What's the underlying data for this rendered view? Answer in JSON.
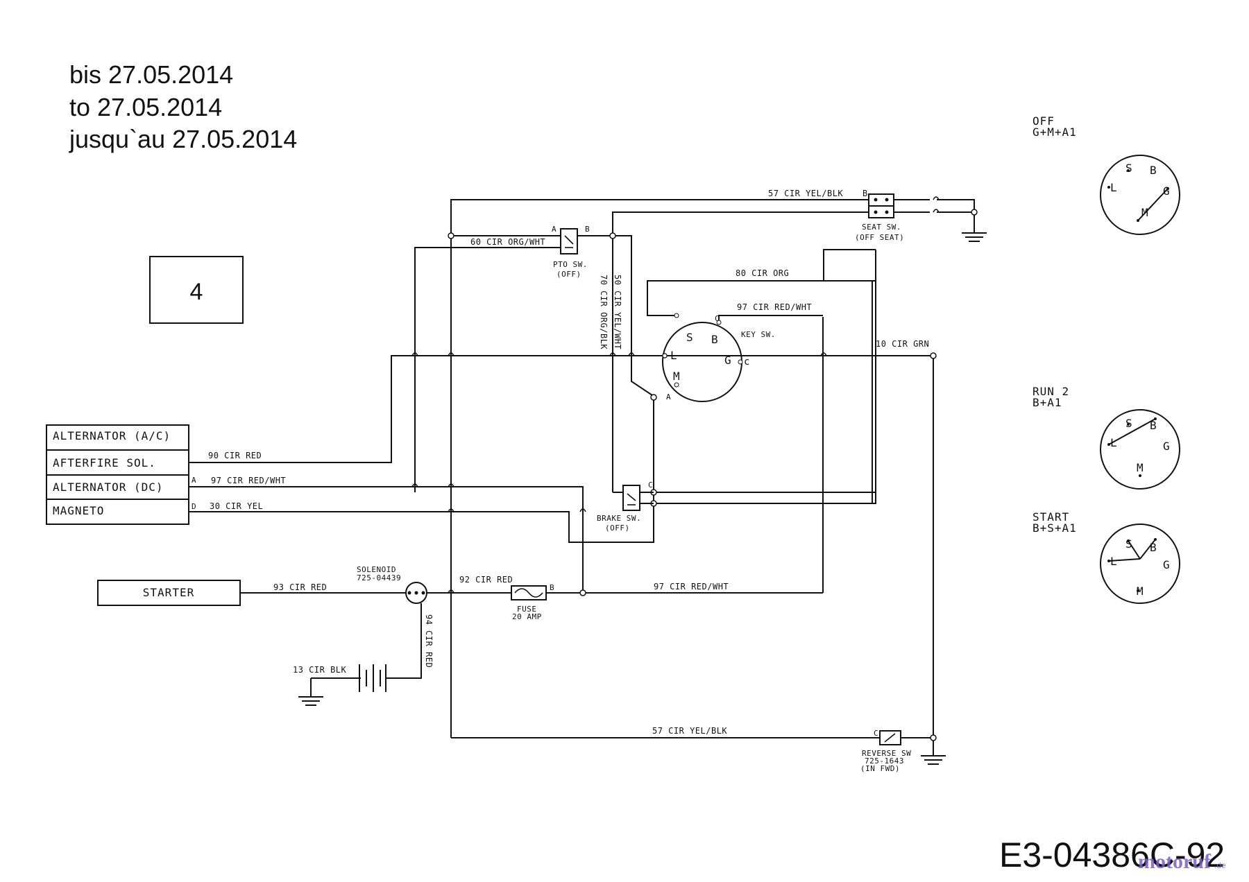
{
  "header": {
    "date_lines": [
      "bis 27.05.2014",
      "to 27.05.2014",
      "jusqu`au 27.05.2014"
    ],
    "reference_number": "4"
  },
  "components": {
    "alternator_ac": "ALTERNATOR (A/C)",
    "afterfire_sol": "AFTERFIRE SOL.",
    "alternator_dc": "ALTERNATOR (DC)",
    "magneto": "MAGNETO",
    "starter": "STARTER",
    "solenoid_line1": "SOLENOID",
    "solenoid_line2": "725-04439",
    "fuse_line1": "FUSE",
    "fuse_line2": "20 AMP",
    "pto_line1": "PTO SW.",
    "pto_line2": "(OFF)",
    "seat_line1": "SEAT SW.",
    "seat_line2": "(OFF SEAT)",
    "brake_line1": "BRAKE SW.",
    "brake_line2": "(OFF)",
    "key_switch": "KEY SW.",
    "reverse_line1": "REVERSE SW",
    "reverse_line2": "725-1643",
    "reverse_line3": "(IN FWD)"
  },
  "wires": {
    "w57_top": "57 CIR YEL/BLK",
    "w60": "60 CIR ORG/WHT",
    "w70": "70 CIR ORG/BLK",
    "w50": "50 CIR YEL/WHT",
    "w80": "80 CIR ORG",
    "w97_key": "97 CIR RED/WHT",
    "w10": "10 CIR GRN",
    "w90": "90 CIR RED",
    "w97_alt": "97 CIR RED/WHT",
    "w30": "30 CIR YEL",
    "w93": "93 CIR RED",
    "w92": "92 CIR RED",
    "w97_bottom": "97 CIR RED/WHT",
    "w94": "94 CIR RED",
    "w13": "13 CIR BLK",
    "w57_bottom": "57 CIR YEL/BLK"
  },
  "terminals": {
    "S": "S",
    "B": "B",
    "L": "L",
    "G": "G",
    "M": "M",
    "A": "A",
    "C": "C",
    "D": "D",
    "a_lower": "A",
    "c_lower": "c"
  },
  "key_positions": [
    {
      "name": "OFF",
      "combo": "G+M+A1"
    },
    {
      "name": "RUN 2",
      "combo": "B+A1"
    },
    {
      "name": "START",
      "combo": "B+S+A1"
    }
  ],
  "footer": {
    "drawing_code": "E3-04386C-92",
    "watermark": "motoruf",
    "watermark_suffix": ".de"
  }
}
